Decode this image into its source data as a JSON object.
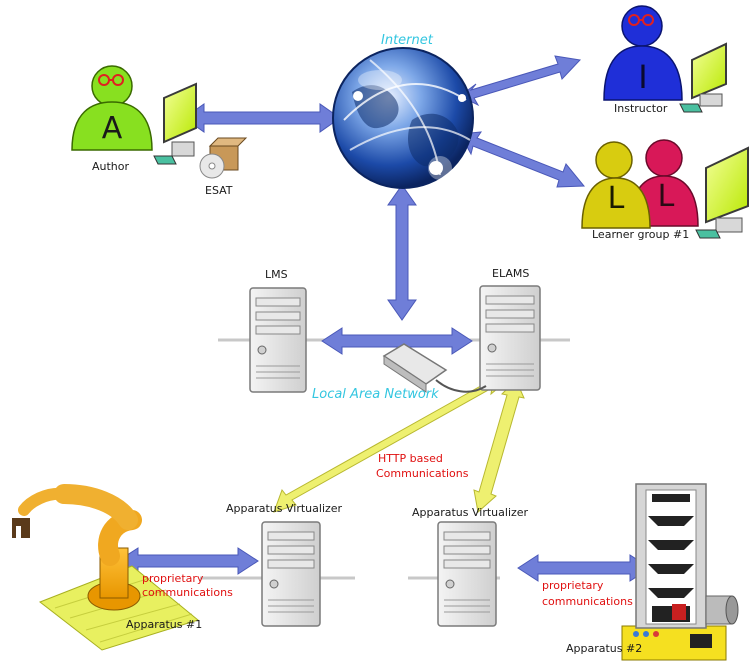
{
  "diagram": {
    "network_labels": {
      "internet": "Internet",
      "lan": "Local Area Network"
    },
    "actors": [
      {
        "id": "author",
        "letter": "A",
        "label": "Author",
        "color": "#88e020"
      },
      {
        "id": "instructor",
        "letter": "I",
        "label": "Instructor",
        "color": "#1f2fd8"
      },
      {
        "id": "learner1",
        "letter": "L",
        "color": "#d8cc10"
      },
      {
        "id": "learner2",
        "letter": "L",
        "color": "#d81858"
      }
    ],
    "learner_group_label": "Learner group #1",
    "esat_label": "ESAT",
    "servers": {
      "lms": "LMS",
      "elams": "ELAMS",
      "virtualizer_1": "Apparatus Virtualizer",
      "virtualizer_2": "Apparatus Virtualizer"
    },
    "communications": {
      "http_line1": "HTTP based",
      "http_line2": "Communications",
      "prop1_line1": "proprietary",
      "prop1_line2": "communications",
      "prop2_line1": "proprietary",
      "prop2_line2": "communications"
    },
    "apparatus": {
      "a1": "Apparatus #1",
      "a2": "Apparatus #2"
    },
    "colors": {
      "blue_arrow": "#6f7ed8",
      "yellow_arrow": "#eef070",
      "label_cyan": "#33c6e0",
      "label_red": "#e01010"
    }
  }
}
